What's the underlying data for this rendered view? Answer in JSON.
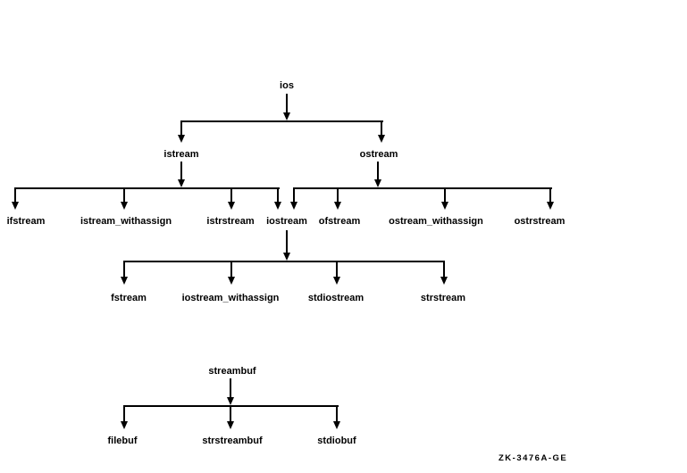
{
  "diagram": {
    "type": "class-hierarchy-tree",
    "nodes": {
      "ios": "ios",
      "istream": "istream",
      "ostream": "ostream",
      "ifstream": "ifstream",
      "istream_withassign": "istream_withassign",
      "istrstream": "istrstream",
      "iostream": "iostream",
      "ofstream": "ofstream",
      "ostream_withassign": "ostream_withassign",
      "ostrstream": "ostrstream",
      "fstream": "fstream",
      "iostream_withassign": "iostream_withassign",
      "stdiostream": "stdiostream",
      "strstream": "strstream",
      "streambuf": "streambuf",
      "filebuf": "filebuf",
      "strstreambuf": "strstreambuf",
      "stdiobuf": "stdiobuf"
    },
    "hierarchy": [
      {
        "parent": "ios",
        "children": [
          "istream",
          "ostream"
        ]
      },
      {
        "parent": "istream",
        "children": [
          "ifstream",
          "istream_withassign",
          "istrstream",
          "iostream"
        ]
      },
      {
        "parent": "ostream",
        "children": [
          "iostream",
          "ofstream",
          "ostream_withassign",
          "ostrstream"
        ]
      },
      {
        "parent": "iostream",
        "children": [
          "fstream",
          "iostream_withassign",
          "stdiostream",
          "strstream"
        ]
      },
      {
        "parent": "streambuf",
        "children": [
          "filebuf",
          "strstreambuf",
          "stdiobuf"
        ]
      }
    ],
    "caption": "ZK-3476A-GE",
    "colors": {
      "background": "#ffffff",
      "line": "#000000",
      "text": "#000000"
    }
  }
}
